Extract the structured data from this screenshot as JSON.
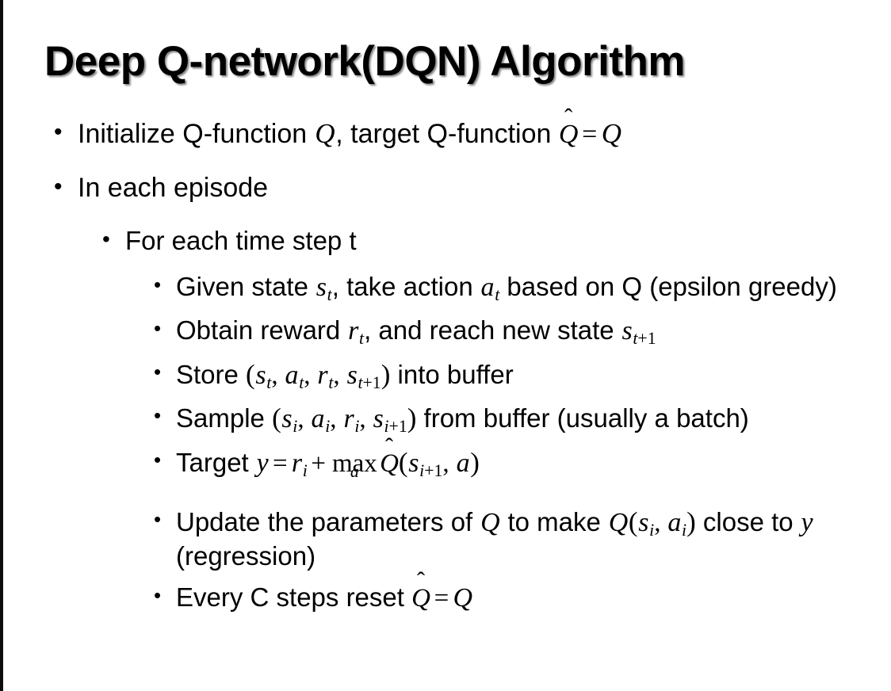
{
  "slide": {
    "title": "Deep Q-network(DQN) Algorithm",
    "background_color": "#ffffff",
    "text_color": "#000000",
    "edge_color": "#0d0d0d",
    "bullet_glyph": "•"
  },
  "bullets": [
    {
      "level": 0,
      "id": "initialize-q-function",
      "plain": "Initialize Q-function Q, target Q-function Q̂ = Q",
      "parts": {
        "t1": "Initialize Q-function ",
        "m1": "Q",
        "t2": ", target Q-function ",
        "m2": "Q",
        "accent": "̂",
        "op": "=",
        "m3": "Q"
      }
    },
    {
      "level": 0,
      "id": "in-each-episode",
      "plain": "In each episode",
      "parts": {
        "t1": "In each episode"
      }
    },
    {
      "level": 1,
      "id": "for-each-time-step",
      "plain": "For each time step t",
      "parts": {
        "t1": "For each time step t"
      }
    },
    {
      "level": 2,
      "id": "given-state-take-action",
      "plain": "Given state s_t, take action a_t based on Q (epsilon greedy)",
      "parts": {
        "t1": "Given state ",
        "m1": "s",
        "sub1": "t",
        "t2": ", take action ",
        "m2": "a",
        "sub2": "t",
        "t3": " based on Q (epsilon greedy)"
      }
    },
    {
      "level": 2,
      "id": "obtain-reward-reach-new-state",
      "plain": "Obtain reward r_t, and reach new state s_{t+1}",
      "parts": {
        "t1": "Obtain reward ",
        "m1": "r",
        "sub1": "t",
        "t2": ", and reach new state ",
        "m2": "s",
        "sub2a": "t",
        "sub2b": "+1"
      }
    },
    {
      "level": 2,
      "id": "store-into-buffer",
      "plain": "Store (s_t, a_t, r_t, s_{t+1}) into buffer",
      "parts": {
        "t1": "Store ",
        "paren_open": "(",
        "m1": "s",
        "sub1": "t",
        "sep1": ", ",
        "m2": "a",
        "sub2": "t",
        "sep2": ", ",
        "m3": "r",
        "sub3": "t",
        "sep3": ", ",
        "m4": "s",
        "sub4a": "t",
        "sub4b": "+1",
        "paren_close": ")",
        "t2": " into buffer"
      }
    },
    {
      "level": 2,
      "id": "sample-from-buffer",
      "plain": "Sample (s_i, a_i, r_i, s_{i+1}) from buffer (usually a batch)",
      "parts": {
        "t1": "Sample ",
        "paren_open": "(",
        "m1": "s",
        "sub1": "i",
        "sep1": ", ",
        "m2": "a",
        "sub2": "i",
        "sep2": ", ",
        "m3": "r",
        "sub3": "i",
        "sep3": ", ",
        "m4": "s",
        "sub4a": "i",
        "sub4b": "+1",
        "paren_close": ")",
        "t2": " from buffer (usually a batch)"
      }
    },
    {
      "level": 2,
      "id": "target-equation",
      "plain": "Target y = r_i + max_a Q̂(s_{i+1}, a)",
      "parts": {
        "t1": "Target ",
        "m_y": "y",
        "op_eq": "=",
        "m_r": "r",
        "sub_r": "i",
        "op_plus": "+",
        "max_label": "max",
        "max_limit": "a",
        "m_qhat": "Q",
        "accent": "̂",
        "paren_open": "(",
        "m_s": "s",
        "sub_sa": "i",
        "sub_sb": "+1",
        "sep": ", ",
        "m_a": "a",
        "paren_close": ")"
      }
    },
    {
      "level": 2,
      "id": "update-parameters",
      "plain": "Update the parameters of Q to make Q(s_i, a_i) close to y (regression)",
      "parts": {
        "t1": "Update the parameters of ",
        "m1": "Q",
        "t2": " to make ",
        "m2": "Q",
        "paren_open": "(",
        "m3": "s",
        "sub3": "i",
        "sep": ", ",
        "m4": "a",
        "sub4": "i",
        "paren_close": ")",
        "t3": " close to ",
        "m5": "y",
        "t4": " (regression)"
      }
    },
    {
      "level": 2,
      "id": "every-c-steps-reset",
      "plain": "Every C steps reset Q̂ = Q",
      "parts": {
        "t1": "Every C steps reset ",
        "m1": "Q",
        "accent": "̂",
        "op": "=",
        "m2": "Q"
      }
    }
  ]
}
